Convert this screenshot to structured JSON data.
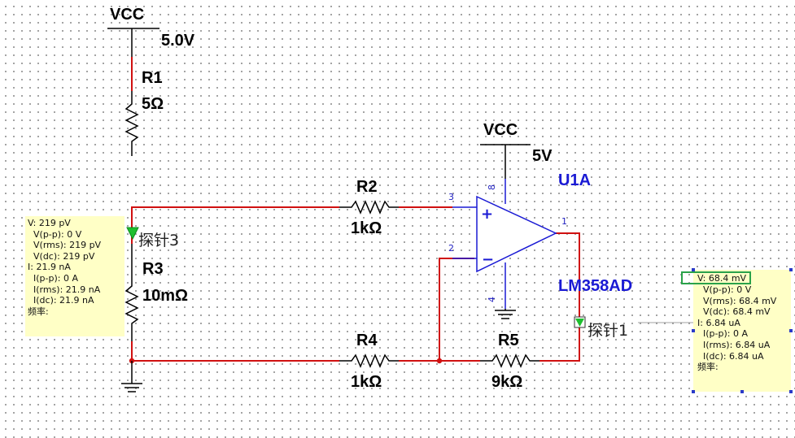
{
  "components": {
    "vcc1": {
      "name": "VCC",
      "value": "5.0V"
    },
    "vcc2": {
      "name": "VCC",
      "value": "5V"
    },
    "r1": {
      "name": "R1",
      "value": "5Ω"
    },
    "r2": {
      "name": "R2",
      "value": "1kΩ"
    },
    "r3": {
      "name": "R3",
      "value": "10mΩ"
    },
    "r4": {
      "name": "R4",
      "value": "1kΩ"
    },
    "r5": {
      "name": "R5",
      "value": "9kΩ"
    },
    "opamp": {
      "name": "U1A",
      "part": "LM358AD",
      "pins": {
        "noninv": "3",
        "inv": "2",
        "out": "1",
        "vplus": "8",
        "vminus": "4"
      }
    }
  },
  "probes": {
    "probe3": {
      "label": "探针3",
      "readings": {
        "v": "V: 219 pV",
        "vpp": "V(p-p): 0 V",
        "vrms": "V(rms): 219 pV",
        "vdc": "V(dc): 219 pV",
        "i": "I: 21.9 nA",
        "ipp": "I(p-p): 0 A",
        "irms": "I(rms): 21.9 nA",
        "idc": "I(dc): 21.9 nA",
        "freq": "频率:"
      }
    },
    "probe1": {
      "label": "探针1",
      "readings": {
        "v": "V: 68.4 mV",
        "vpp": "V(p-p): 0 V",
        "vrms": "V(rms): 68.4 mV",
        "vdc": "V(dc): 68.4 mV",
        "i": "I: 6.84 uA",
        "ipp": "I(p-p): 0 A",
        "irms": "I(rms): 6.84 uA",
        "idc": "I(dc): 6.84 uA",
        "freq": "频率:"
      }
    }
  },
  "colors": {
    "wire": "#d01010",
    "component": "#000000",
    "opamp": "#1a1ad4",
    "probe_flag": "#1fbf2f",
    "probe_box": "#ffffc6",
    "selection": "#2aa24a"
  }
}
